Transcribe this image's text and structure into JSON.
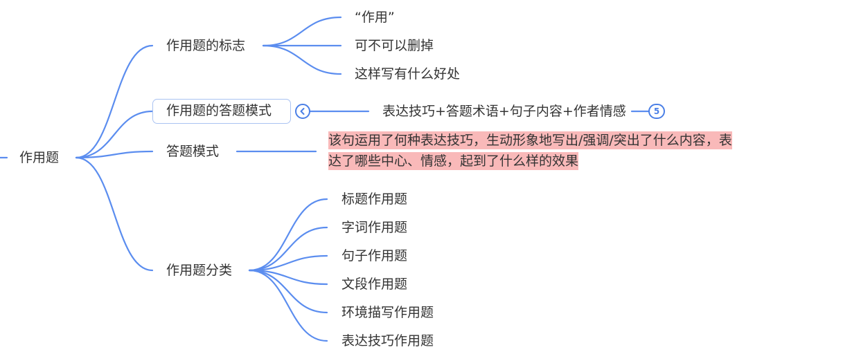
{
  "colors": {
    "link": "#5b8def",
    "accent": "#4a7fe6",
    "highlight": "#f9b9b9",
    "selected_border": "#a9c2f2",
    "text": "#333333"
  },
  "root": {
    "label": "作用题"
  },
  "branches": [
    {
      "label": "作用题的标志",
      "children": [
        "“作用”",
        "可不可以删掉",
        "这样写有什么好处"
      ]
    },
    {
      "label": "作用题的答题模式",
      "selected": true,
      "collapse_icon": "chevron-left-icon",
      "children": [
        "表达技巧+答题术语+句子内容+作者情感"
      ],
      "child_badge": "5"
    },
    {
      "label": "答题模式",
      "children": [
        "该句运用了何种表达技巧，生动形象地写出/强调/突出了什么内容，表达了哪些中心、情感，起到了什么样的效果"
      ],
      "highlight_lines": [
        "该句运用了何种表达技巧，生动形象地写出/强调/突出了什么内容，表",
        "达了哪些中心、情感，起到了什么样的效果"
      ]
    },
    {
      "label": "作用题分类",
      "children": [
        "标题作用题",
        "字词作用题",
        "句子作用题",
        "文段作用题",
        "环境描写作用题",
        "表达技巧作用题"
      ]
    }
  ]
}
